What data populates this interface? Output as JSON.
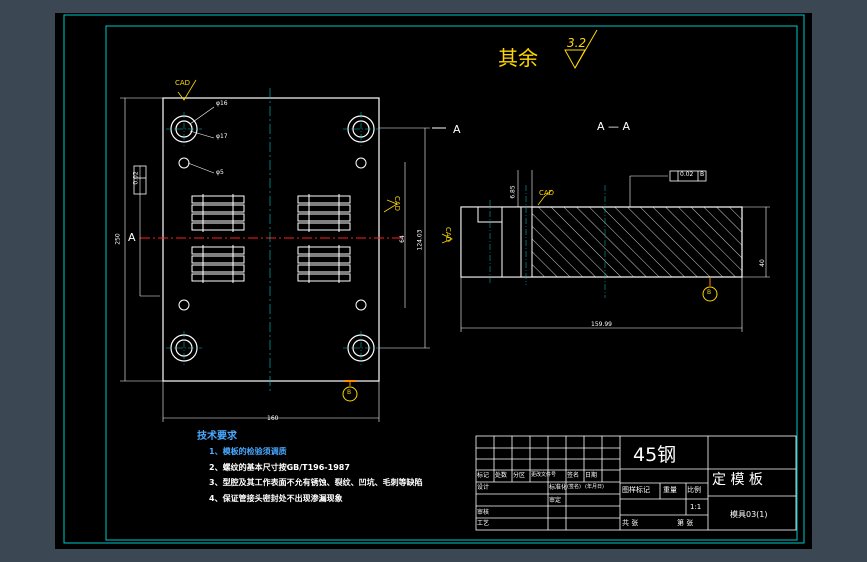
{
  "surface_roughness": {
    "prefix": "其余",
    "value": "3.2"
  },
  "section_label": "A — A",
  "section_mark": "A",
  "cad_label": "CAD",
  "hole_labels": [
    "φ16",
    "φ17",
    "φ5"
  ],
  "flatness_tol": "0.02",
  "parallel_tol": {
    "value": "0.02",
    "datum": "B"
  },
  "datum": "B",
  "dims": {
    "width": "160",
    "height": "250",
    "hole_spacing": "124.03",
    "center_gap": "64",
    "side_length": "159.99",
    "side_thickness": "40",
    "groove": "6.85"
  },
  "tech_title": "技术要求",
  "tech_notes": [
    "1、模板的检验须调质",
    "2、螺纹的基本尺寸按GB/T196-1987",
    "3、型腔及其工作表面不允有锈蚀、裂纹、凹坑、毛刺等缺陷",
    "4、保证管接头密封处不出现渗漏现象"
  ],
  "title_block": {
    "material": "45钢",
    "part_name": "定 模 板",
    "drawing_no": "模具03(1)",
    "headers": [
      "标记",
      "处数",
      "分区",
      "更改文件号",
      "签名",
      "日期"
    ],
    "labels": {
      "design": "设计",
      "standard": "标准化",
      "sign": "(签名)",
      "date": "(年月日)",
      "stage": "图样标记",
      "weight": "重量",
      "scale": "比例",
      "scale_value": "1:1",
      "review": "审核",
      "process": "工艺",
      "approve": "审定",
      "total_sheets": "共  张",
      "sheet_no": "第  张"
    }
  },
  "colors": {
    "frame": "#00c8c8",
    "outline": "#ffffff",
    "centerline": "#ff2020",
    "dimension": "#00c8c8",
    "annotation": "#ffd700",
    "tech_title": "#4aa8ff",
    "marker": "#ff8c00"
  }
}
